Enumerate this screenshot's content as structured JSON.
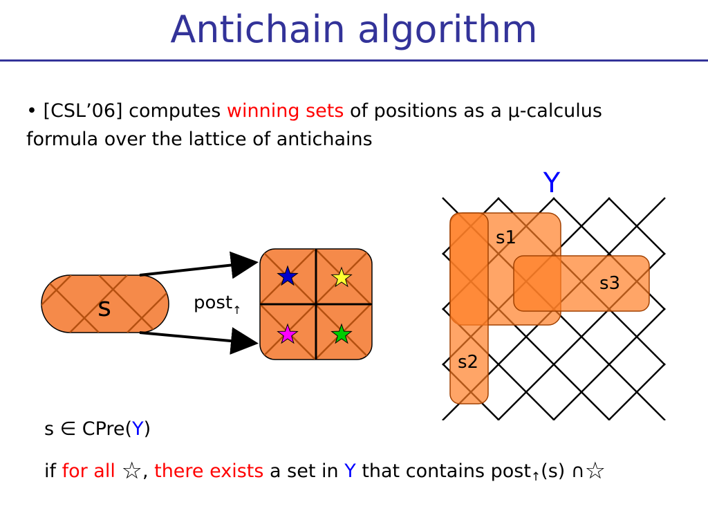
{
  "slide": {
    "title": "Antichain algorithm",
    "bullet": {
      "marker": "•",
      "prefix": "[CSL’06] computes ",
      "highlight": "winning sets",
      "line1_suffix": " of positions as a μ-calculus",
      "line2": "formula over the lattice of antichains"
    }
  },
  "diagram": {
    "state_label": "s",
    "post_label": "post",
    "post_subscript": "↑",
    "set_label": "Y",
    "s1_label": "s1",
    "s2_label": "s2",
    "s3_label": "s3",
    "star_colors": [
      "#0000cc",
      "#ffff33",
      "#ff00ff",
      "#00cc00"
    ]
  },
  "formulas": {
    "line1": {
      "prefix": "s ",
      "member_symbol": "∈",
      "func": " CPre(",
      "arg": "Y",
      "close": ")"
    },
    "line2": {
      "if": "if ",
      "for_all": "for all",
      "star": "☆",
      "comma": ", ",
      "there_exists": "there exists",
      "middle": " a set in ",
      "y": "Y",
      "suffix": " that contains post",
      "subscript": "↑",
      "post_arg": "(s) ",
      "intersect": "∩",
      "star2": "☆"
    }
  },
  "colors": {
    "title": "#333399",
    "orange": "#ff7f27",
    "highlight_red": "#ff0000",
    "y_blue": "#0000ff"
  }
}
